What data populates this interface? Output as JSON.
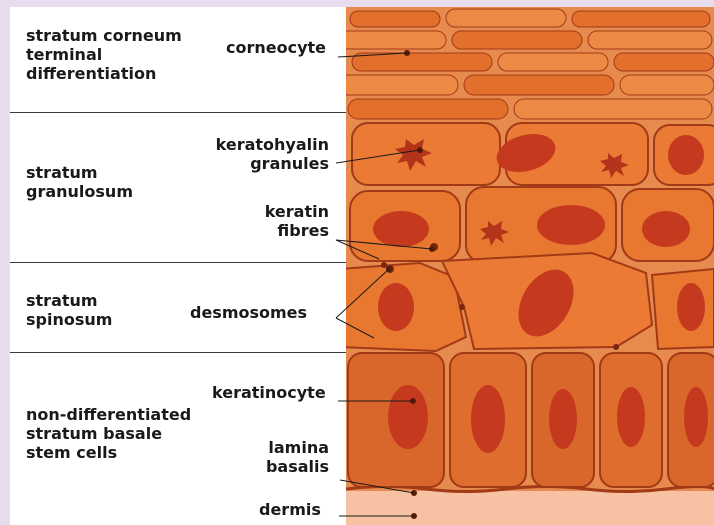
{
  "zones": {
    "corneum": "stratum corneum\nterminal\ndifferentiation",
    "granulosum": "stratum\ngranulosum",
    "spinosum": "stratum\nspinosum",
    "basale": "non-differentiated\nstratum basale\nstem cells"
  },
  "labels": {
    "corneocyte": "corneocyte",
    "keratohyalin": "keratohyalin\ngranules",
    "keratin": "keratin\nfibres",
    "desmosomes": "desmosomes",
    "keratinocyte": "keratinocyte",
    "lamina": "lamina\nbasalis",
    "dermis": "dermis"
  },
  "colors": {
    "cell_fill": "#e8772f",
    "cell_edge": "#a23a18",
    "nucleus": "#c53a1e",
    "membrane": "#f3b58a",
    "dermis": "#f6c2a3",
    "zone_border": "#e8dcef"
  }
}
